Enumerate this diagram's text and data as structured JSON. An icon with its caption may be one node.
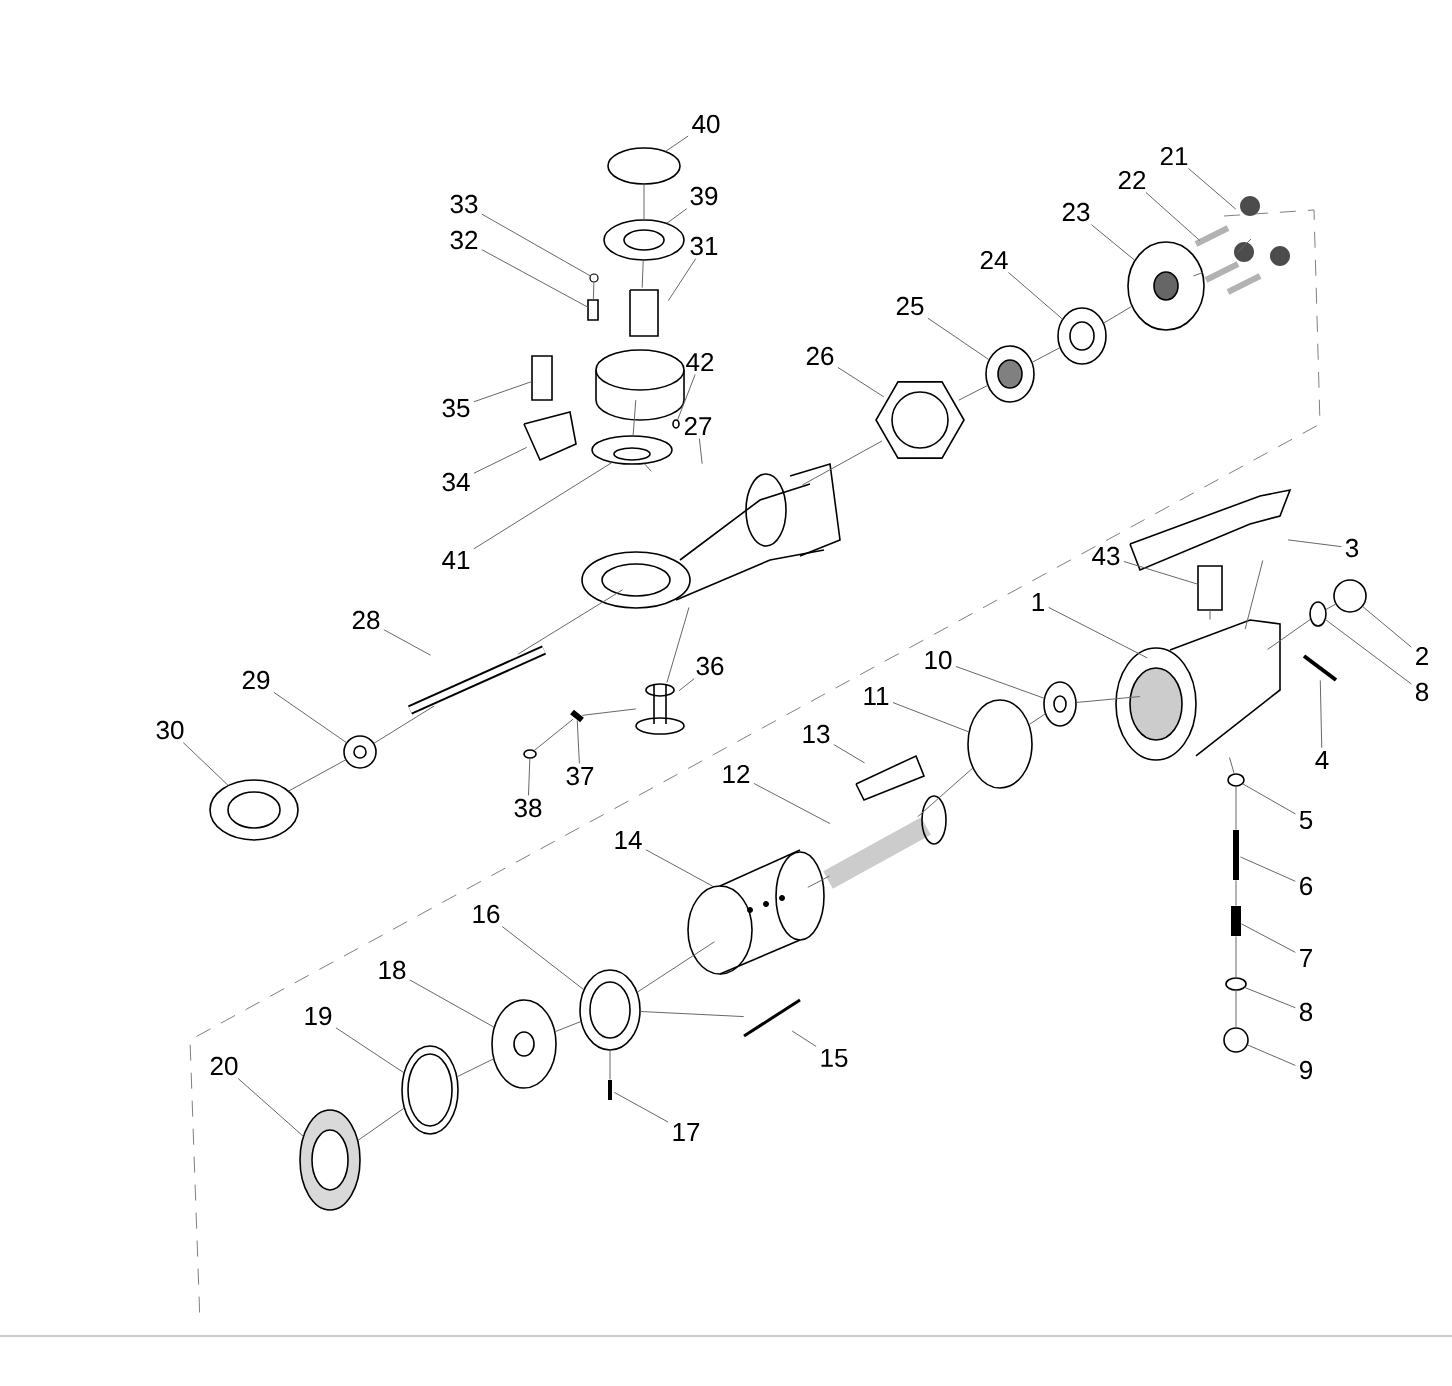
{
  "diagram": {
    "nodes": [
      {
        "text": [
          "40"
        ]
      },
      {
        "text": [
          "33"
        ]
      },
      {
        "text": [
          "39"
        ]
      },
      {
        "text": [
          "32"
        ]
      },
      {
        "text": [
          "31"
        ]
      },
      {
        "text": [
          "21"
        ]
      },
      {
        "text": [
          "22"
        ]
      },
      {
        "text": [
          "23"
        ]
      },
      {
        "text": [
          "24"
        ]
      },
      {
        "text": [
          "25"
        ]
      },
      {
        "text": [
          "26"
        ]
      },
      {
        "text": [
          "42"
        ]
      },
      {
        "text": [
          "35"
        ]
      },
      {
        "text": [
          "27"
        ]
      },
      {
        "text": [
          "34"
        ]
      },
      {
        "text": [
          "41"
        ]
      },
      {
        "text": [
          "3"
        ]
      },
      {
        "text": [
          "43"
        ]
      },
      {
        "text": [
          "1"
        ]
      },
      {
        "text": [
          "28"
        ]
      },
      {
        "text": [
          "10"
        ]
      },
      {
        "text": [
          "2"
        ]
      },
      {
        "text": [
          "8"
        ]
      },
      {
        "text": [
          "29"
        ]
      },
      {
        "text": [
          "36"
        ]
      },
      {
        "text": [
          "11"
        ]
      },
      {
        "text": [
          "30"
        ]
      },
      {
        "text": [
          "13"
        ]
      },
      {
        "text": [
          "4"
        ]
      },
      {
        "text": [
          "12"
        ]
      },
      {
        "text": [
          "37"
        ]
      },
      {
        "text": [
          "38"
        ]
      },
      {
        "text": [
          "5"
        ]
      },
      {
        "text": [
          "14"
        ]
      },
      {
        "text": [
          "6"
        ]
      },
      {
        "text": [
          "16"
        ]
      },
      {
        "text": [
          "7"
        ]
      },
      {
        "text": [
          "18"
        ]
      },
      {
        "text": [
          "8"
        ]
      },
      {
        "text": [
          "19"
        ]
      },
      {
        "text": [
          "9"
        ]
      },
      {
        "text": [
          "15"
        ]
      },
      {
        "text": [
          "20"
        ]
      },
      {
        "text": [
          "17"
        ]
      },
      {
        "text": [],
        "shape": "circle"
      },
      {
        "text": [],
        "shape": "picture"
      },
      {
        "text": [],
        "shape": "picture"
      },
      {
        "text": [],
        "shape": "box"
      },
      {
        "text": [],
        "shape": "picture"
      },
      {
        "text": [],
        "shape": "picture"
      },
      {
        "text": [],
        "shape": "picture"
      },
      {
        "text": [],
        "shape": "picture"
      },
      {
        "text": [],
        "shape": "picture"
      },
      {
        "text": [],
        "shape": "picture"
      },
      {
        "text": [],
        "shape": "picture"
      },
      {
        "text": [],
        "shape": "circle"
      },
      {
        "text": [],
        "shape": "box"
      },
      {
        "text": [],
        "shape": "picture"
      },
      {
        "text": [],
        "shape": "picture"
      },
      {
        "text": [],
        "shape": "picture"
      },
      {
        "text": [],
        "shape": "picture"
      },
      {
        "text": [],
        "shape": "box"
      },
      {
        "text": [],
        "shape": "picture"
      },
      {
        "text": [],
        "shape": "picture"
      },
      {
        "text": [],
        "shape": "picture"
      },
      {
        "text": [],
        "shape": "circle"
      },
      {
        "text": [],
        "shape": "circle"
      },
      {
        "text": [],
        "shape": "picture"
      },
      {
        "text": [],
        "shape": "picture"
      },
      {
        "text": [],
        "shape": "circle"
      },
      {
        "text": [],
        "shape": "picture"
      },
      {
        "text": [],
        "shape": "picture"
      },
      {
        "text": [],
        "shape": "picture"
      },
      {
        "text": [],
        "shape": "picture"
      },
      {
        "text": [],
        "shape": "picture"
      },
      {
        "text": [],
        "shape": "picture"
      },
      {
        "text": [],
        "shape": "picture"
      },
      {
        "text": [],
        "shape": "picture"
      },
      {
        "text": [],
        "shape": "picture"
      },
      {
        "text": [],
        "shape": "picture"
      },
      {
        "text": [],
        "shape": "picture"
      },
      {
        "text": [],
        "shape": "picture"
      },
      {
        "text": [],
        "shape": "circle"
      },
      {
        "text": [],
        "shape": "picture"
      },
      {
        "text": [],
        "shape": "circle"
      },
      {
        "text": [],
        "shape": "picture"
      },
      {
        "text": [],
        "shape": "picture"
      },
      {
        "text": [],
        "shape": "picture"
      }
    ],
    "edges": [
      {
        "from": 0,
        "to": 44,
        "arrow": "none"
      },
      {
        "from": 1,
        "to": 45,
        "arrow": "none"
      },
      {
        "from": 2,
        "to": 46,
        "arrow": "none"
      },
      {
        "from": 3,
        "to": 47,
        "arrow": "none"
      },
      {
        "from": 4,
        "to": 48,
        "arrow": "none"
      },
      {
        "from": 5,
        "to": 49,
        "arrow": "none"
      },
      {
        "from": 6,
        "to": 50,
        "arrow": "none"
      },
      {
        "from": 7,
        "to": 51,
        "arrow": "none"
      },
      {
        "from": 8,
        "to": 52,
        "arrow": "none"
      },
      {
        "from": 9,
        "to": 53,
        "arrow": "none"
      },
      {
        "from": 10,
        "to": 54,
        "arrow": "none"
      },
      {
        "from": 11,
        "to": 55,
        "arrow": "none"
      },
      {
        "from": 12,
        "to": 56,
        "arrow": "none"
      },
      {
        "from": 13,
        "to": 57,
        "arrow": "none"
      },
      {
        "from": 14,
        "to": 58,
        "arrow": "none"
      },
      {
        "from": 15,
        "to": 59,
        "arrow": "none"
      },
      {
        "from": 16,
        "to": 60,
        "arrow": "none"
      },
      {
        "from": 17,
        "to": 61,
        "arrow": "none"
      },
      {
        "from": 18,
        "to": 62,
        "arrow": "none"
      },
      {
        "from": 19,
        "to": 63,
        "arrow": "none"
      },
      {
        "from": 20,
        "to": 64,
        "arrow": "none"
      },
      {
        "from": 21,
        "to": 65,
        "arrow": "none"
      },
      {
        "from": 22,
        "to": 66,
        "arrow": "none"
      },
      {
        "from": 23,
        "to": 67,
        "arrow": "none"
      },
      {
        "from": 24,
        "to": 68,
        "arrow": "none"
      },
      {
        "from": 25,
        "to": 69,
        "arrow": "none"
      },
      {
        "from": 26,
        "to": 70,
        "arrow": "none"
      },
      {
        "from": 27,
        "to": 71,
        "arrow": "none"
      },
      {
        "from": 28,
        "to": 72,
        "arrow": "none"
      },
      {
        "from": 29,
        "to": 73,
        "arrow": "none"
      },
      {
        "from": 30,
        "to": 74,
        "arrow": "none"
      },
      {
        "from": 31,
        "to": 75,
        "arrow": "none"
      },
      {
        "from": 32,
        "to": 76,
        "arrow": "none"
      },
      {
        "from": 33,
        "to": 77,
        "arrow": "none"
      },
      {
        "from": 34,
        "to": 78,
        "arrow": "none"
      },
      {
        "from": 35,
        "to": 79,
        "arrow": "none"
      },
      {
        "from": 36,
        "to": 80,
        "arrow": "none"
      },
      {
        "from": 37,
        "to": 81,
        "arrow": "none"
      },
      {
        "from": 38,
        "to": 82,
        "arrow": "none"
      },
      {
        "from": 39,
        "to": 83,
        "arrow": "none"
      },
      {
        "from": 40,
        "to": 84,
        "arrow": "none"
      },
      {
        "from": 41,
        "to": 85,
        "arrow": "none"
      },
      {
        "from": 42,
        "to": 86,
        "arrow": "none"
      },
      {
        "from": 43,
        "to": 87,
        "arrow": "none"
      },
      {
        "from": 44,
        "to": 46,
        "arrow": "none"
      },
      {
        "from": 46,
        "to": 48,
        "arrow": "none"
      },
      {
        "from": 48,
        "to": 59,
        "arrow": "none"
      },
      {
        "from": 59,
        "to": 57,
        "arrow": "none"
      },
      {
        "from": 45,
        "to": 47,
        "arrow": "none"
      },
      {
        "from": 57,
        "to": 54,
        "arrow": "none"
      },
      {
        "from": 54,
        "to": 53,
        "arrow": "none"
      },
      {
        "from": 53,
        "to": 52,
        "arrow": "none"
      },
      {
        "from": 52,
        "to": 51,
        "arrow": "none"
      },
      {
        "from": 49,
        "to": 50,
        "arrow": "none"
      },
      {
        "from": 50,
        "to": 51,
        "arrow": "none"
      },
      {
        "from": 57,
        "to": 63,
        "arrow": "none"
      },
      {
        "from": 63,
        "to": 67,
        "arrow": "none"
      },
      {
        "from": 67,
        "to": 70,
        "arrow": "none"
      },
      {
        "from": 57,
        "to": 68,
        "arrow": "none"
      },
      {
        "from": 68,
        "to": 74,
        "arrow": "none"
      },
      {
        "from": 74,
        "to": 75,
        "arrow": "none"
      },
      {
        "from": 60,
        "to": 62,
        "arrow": "none"
      },
      {
        "from": 61,
        "to": 62,
        "arrow": "none"
      },
      {
        "from": 65,
        "to": 66,
        "arrow": "none"
      },
      {
        "from": 66,
        "to": 62,
        "arrow": "none"
      },
      {
        "from": 62,
        "to": 76,
        "arrow": "none"
      },
      {
        "from": 76,
        "to": 78,
        "arrow": "none"
      },
      {
        "from": 78,
        "to": 80,
        "arrow": "none"
      },
      {
        "from": 80,
        "to": 82,
        "arrow": "none"
      },
      {
        "from": 82,
        "to": 84,
        "arrow": "none"
      },
      {
        "from": 62,
        "to": 64,
        "arrow": "none"
      },
      {
        "from": 64,
        "to": 69,
        "arrow": "none"
      },
      {
        "from": 69,
        "to": 73,
        "arrow": "none"
      },
      {
        "from": 73,
        "to": 77,
        "arrow": "none"
      },
      {
        "from": 77,
        "to": 79,
        "arrow": "none"
      },
      {
        "from": 79,
        "to": 85,
        "arrow": "none"
      },
      {
        "from": 79,
        "to": 87,
        "arrow": "none"
      },
      {
        "from": 79,
        "to": 81,
        "arrow": "none"
      },
      {
        "from": 81,
        "to": 83,
        "arrow": "none"
      },
      {
        "from": 83,
        "to": 86,
        "arrow": "none"
      }
    ]
  }
}
